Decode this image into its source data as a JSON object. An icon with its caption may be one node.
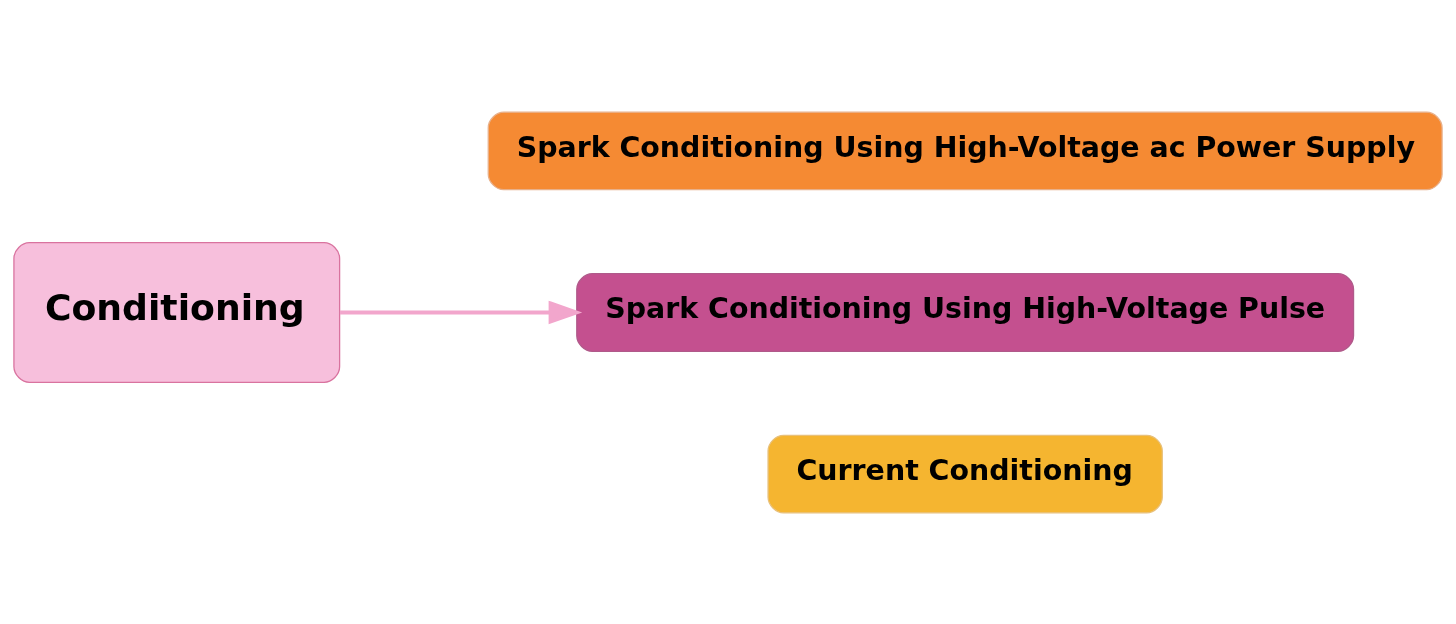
{
  "diagram": {
    "nodes": [
      {
        "text": [
          "Conditioning"
        ]
      },
      {
        "text": [
          "Spark Conditioning Using High-Voltage ac Power Supply"
        ]
      },
      {
        "text": [
          "Spark Conditioning Using High-Voltage Pulse"
        ]
      },
      {
        "text": [
          "Current Conditioning"
        ]
      }
    ],
    "edges": [
      {
        "from": 0,
        "to": 2,
        "arrow": "to"
      }
    ]
  }
}
